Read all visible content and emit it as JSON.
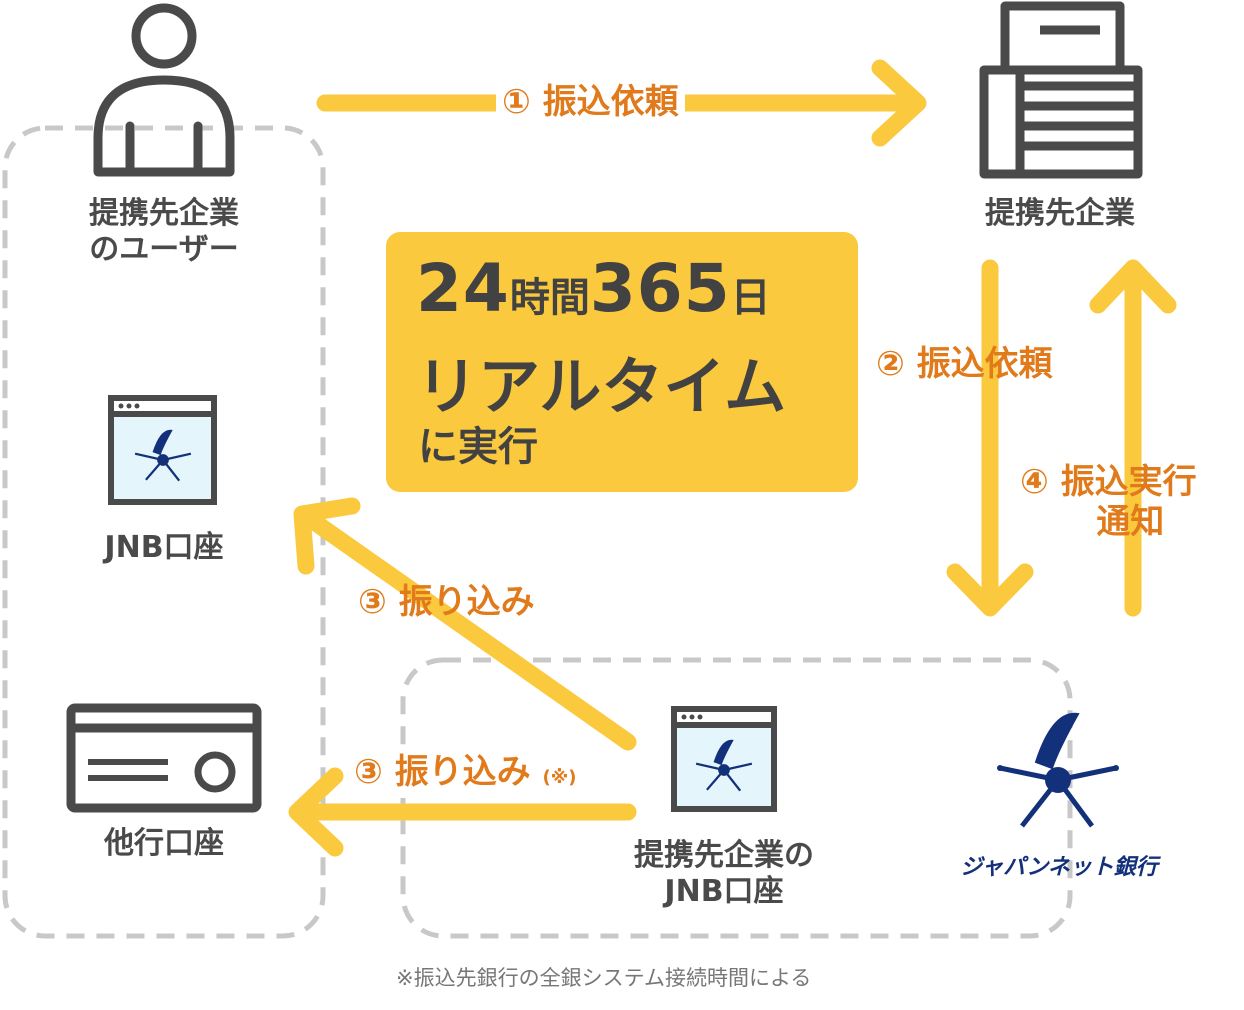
{
  "nodes": {
    "user_label_line1": "提携先企業",
    "user_label_line2": "のユーザー",
    "partner_label": "提携先企業",
    "jnb_account_label": "JNB口座",
    "other_account_label": "他行口座",
    "partner_jnb_line1": "提携先企業の",
    "partner_jnb_line2": "JNB口座",
    "bank_name": "ジャパンネット銀行"
  },
  "steps": {
    "s1_num": "①",
    "s1_text": "振込依頼",
    "s2_num": "②",
    "s2_text": "振込依頼",
    "s3a_num": "③",
    "s3a_text": "振り込み",
    "s3b_num": "③",
    "s3b_text": "振り込み",
    "s3b_mark": "(※)",
    "s4_num": "④",
    "s4_line1": "振込実行",
    "s4_line2": "通知"
  },
  "highlight": {
    "n24": "24",
    "w_time": "時間",
    "n365": "365",
    "w_day": "日",
    "line2": "リアルタイム",
    "line3": "に実行"
  },
  "footnote": "※振込先銀行の全銀システム接続時間による",
  "colors": {
    "arrow": "#fbc93d",
    "step_text": "#e07a1a",
    "icon": "#4a4a4a",
    "dashed": "#c8c8c8",
    "bank_blue": "#13307a"
  }
}
